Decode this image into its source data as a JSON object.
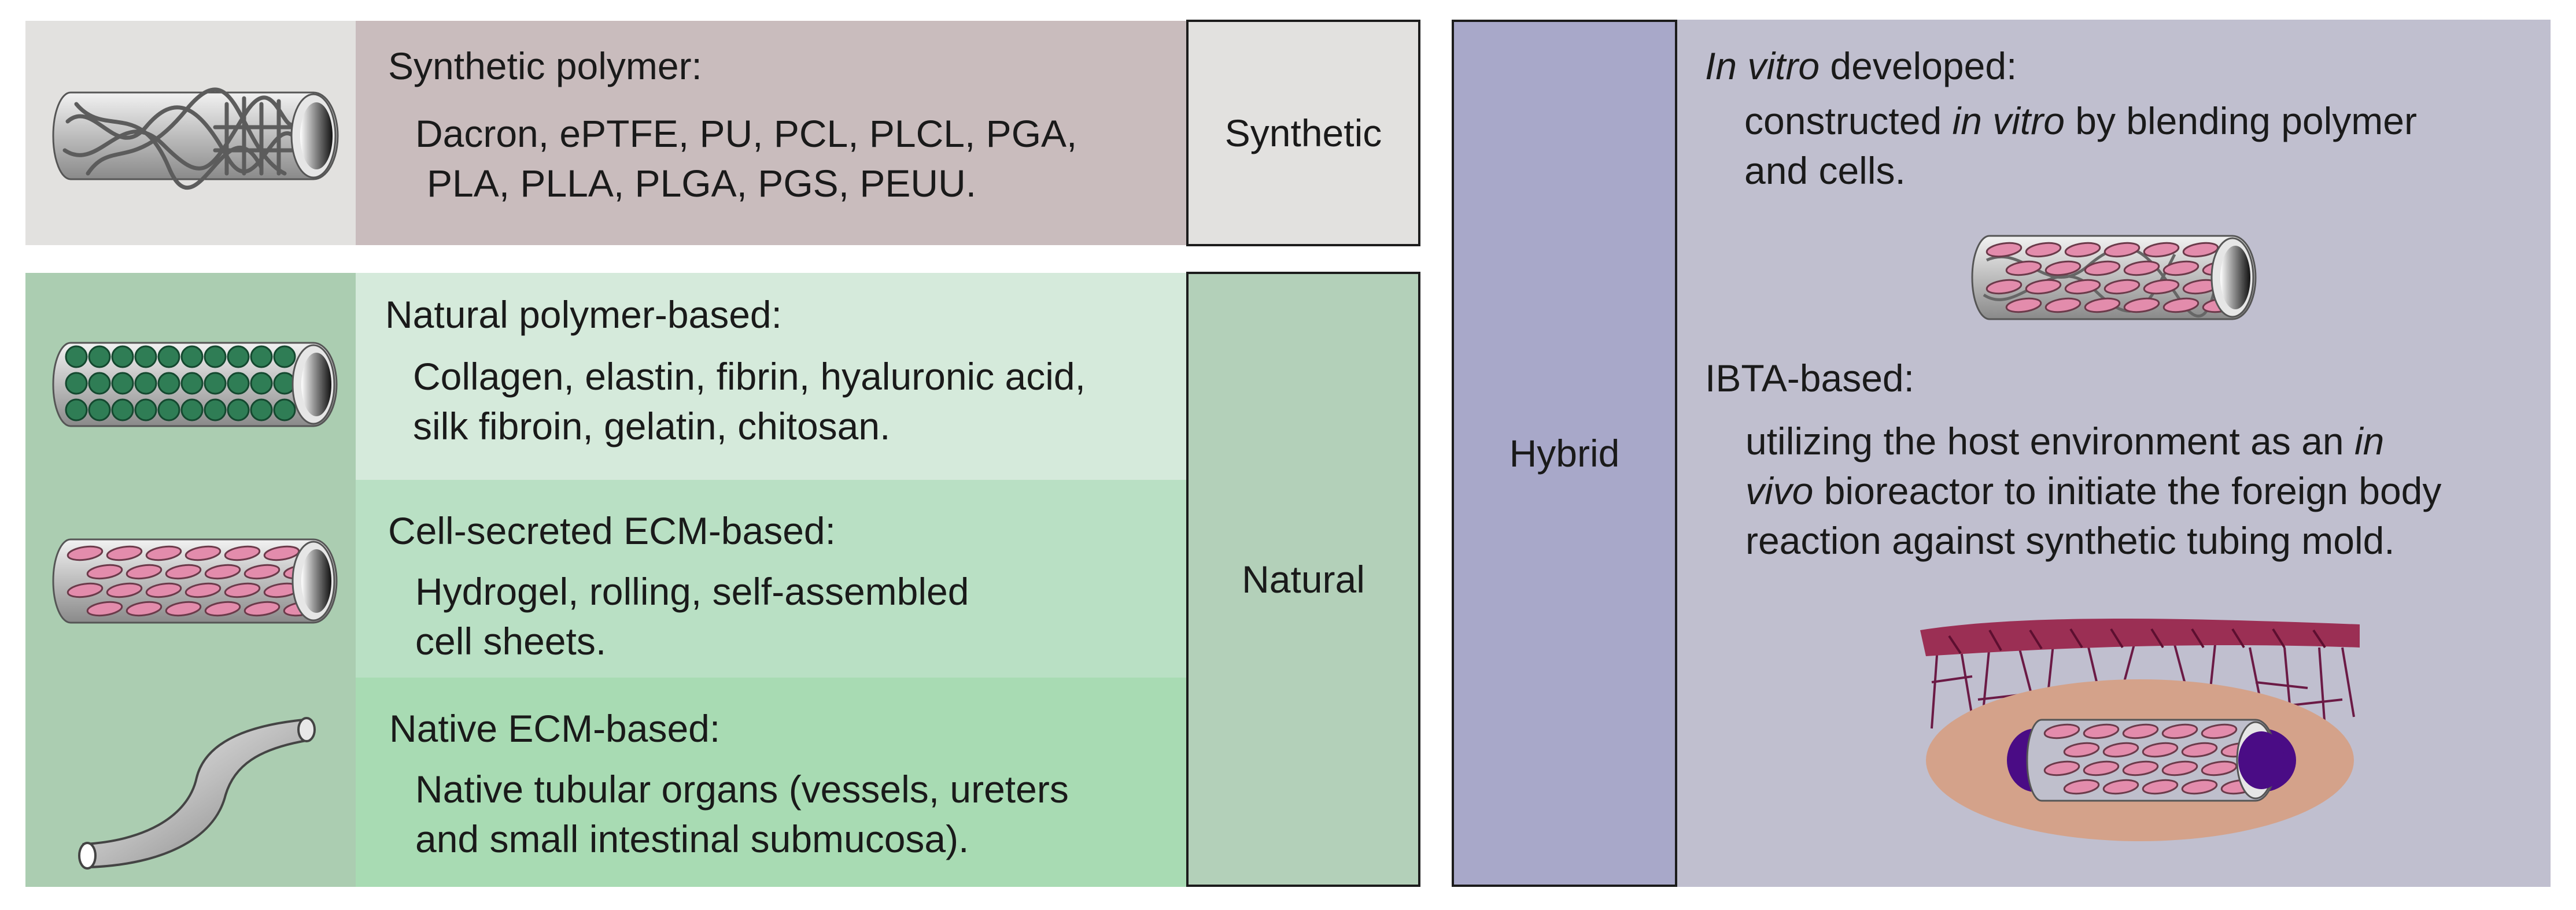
{
  "synthetic": {
    "title": "Synthetic polymer:",
    "lines": [
      "Dacron, ePTFE, PU, PCL, PLCL, PGA,",
      "PLA, PLLA, PLGA, PGS, PEUU."
    ],
    "label": "Synthetic"
  },
  "natural": {
    "label": "Natural",
    "polymer": {
      "title": "Natural polymer-based:",
      "lines": [
        "Collagen, elastin, fibrin, hyaluronic acid,",
        "silk fibroin, gelatin, chitosan."
      ]
    },
    "cell_ecm": {
      "title": "Cell-secreted ECM-based:",
      "lines": [
        "Hydrogel, rolling, self-assembled",
        "cell sheets."
      ]
    },
    "native_ecm": {
      "title": "Native ECM-based:",
      "lines": [
        "Native tubular organs (vessels, ureters",
        "and small intestinal submucosa)."
      ]
    }
  },
  "hybrid": {
    "label": "Hybrid",
    "in_vitro": {
      "title_italic": "In vitro",
      "title_rest": " developed:",
      "line1_pre": "constructed ",
      "line1_italic": "in vitro",
      "line1_post": " by blending polymer",
      "line2": "and cells."
    },
    "ibta": {
      "title": "IBTA-based:",
      "line1_pre": "utilizing the host environment as an ",
      "line1_italic": "in",
      "line2_italic": "vivo",
      "line2_post": " bioreactor to initiate the foreign body",
      "line3": "reaction against synthetic tubing mold."
    }
  },
  "colors": {
    "synthetic_icon_bg": "#e2e1df",
    "synthetic_text_bg": "#c9bcbd",
    "synthetic_label_bg": "#e2e1df",
    "natural_icon_bg": "#abcdb1",
    "natural_polymer_bg": "#d5eadb",
    "natural_cell_bg": "#b9e0c4",
    "natural_native_bg": "#a8dbb3",
    "natural_label_bg": "#b3d0b9",
    "hybrid_label_bg": "#a8a8c9",
    "hybrid_panel_bg": "#c0bfcf",
    "fiber_green": "#2f7d55",
    "cell_pink": "#e38cac",
    "tissue_red": "#9b2f54",
    "capsule_tan": "#d4a28a",
    "mold_purple": "#4a0c85"
  },
  "icons": [
    "synthetic-tube-icon",
    "natural-polymer-tube-icon",
    "cell-ecm-tube-icon",
    "native-vessel-icon",
    "in-vitro-tube-icon",
    "ibta-implant-icon"
  ]
}
